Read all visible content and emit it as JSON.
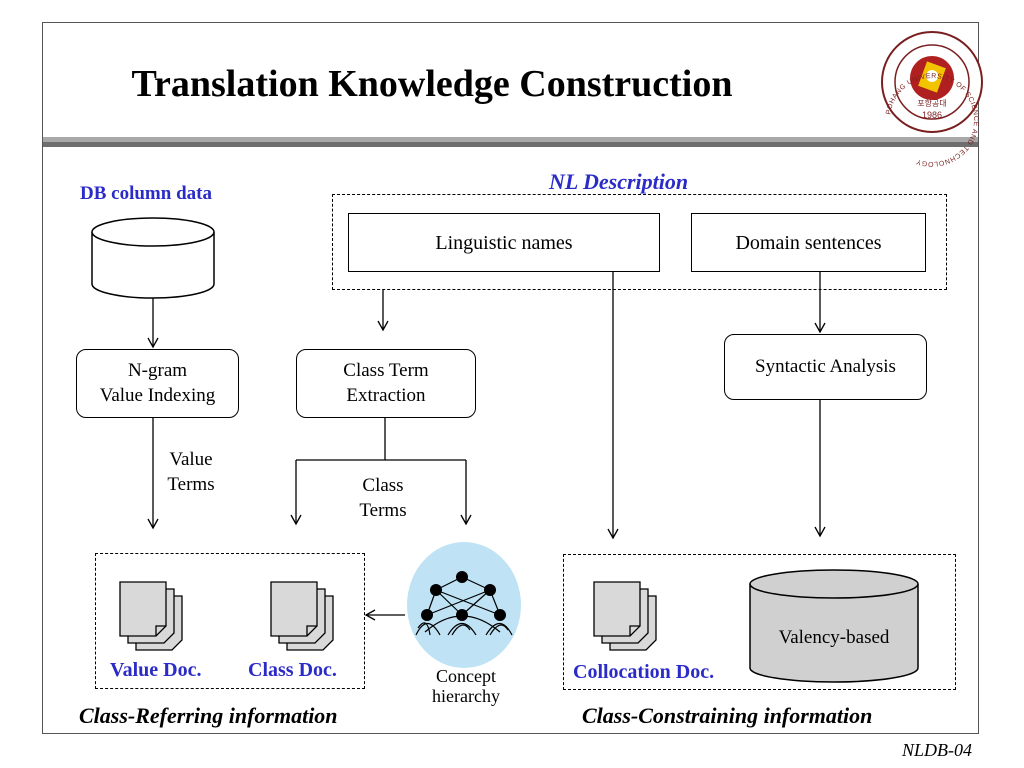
{
  "slide": {
    "title": "Translation Knowledge Construction",
    "footer": "NLDB-04"
  },
  "logo": {
    "ring_text": "POHANG UNIVERSITY OF SCIENCE AND TECHNOLOGY",
    "korean": "포항공대",
    "year": "1986"
  },
  "labels": {
    "db_column_data": "DB column data",
    "nl_description": "NL Description",
    "value_terms": "Value Terms",
    "class_terms": "Class Terms",
    "concept_hierarchy": "Concept hierarchy",
    "class_referring": "Class-Referring information",
    "class_constraining": "Class-Constraining information"
  },
  "boxes": {
    "linguistic_names": "Linguistic names",
    "domain_sentences": "Domain sentences",
    "ngram_line1": "N-gram",
    "ngram_line2": "Value Indexing",
    "class_term_line1": "Class Term",
    "class_term_line2": "Extraction",
    "syntactic_analysis": "Syntactic Analysis",
    "valency_based": "Valency-based"
  },
  "docs": {
    "value_doc": "Value Doc.",
    "class_doc": "Class Doc.",
    "collocation_doc": "Collocation Doc."
  },
  "colors": {
    "accent_blue": "#2b2bc8",
    "concept_circle": "#bfe3f5",
    "doc_fill": "#d9d9d9",
    "cylinder_fill": "#d0d0d0"
  }
}
